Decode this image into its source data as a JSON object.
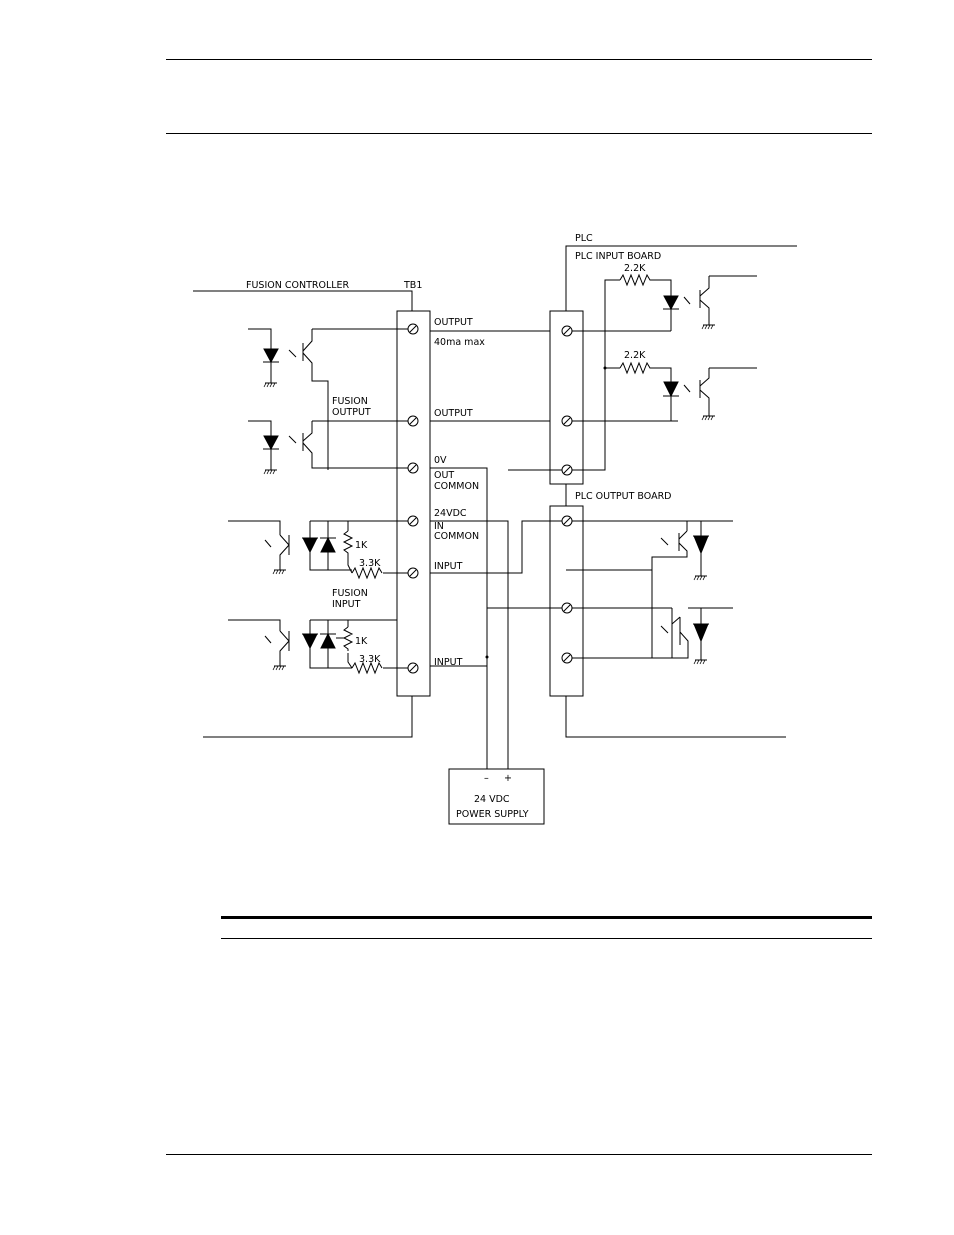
{
  "diagram": {
    "fusion_controller": "FUSION CONTROLLER",
    "tb1": "TB1",
    "plc": "PLC",
    "plc_input_board": "PLC INPUT BOARD",
    "plc_output_board": "PLC OUTPUT BOARD",
    "fusion_output": [
      "FUSION",
      "OUTPUT"
    ],
    "fusion_input": [
      "FUSION",
      "INPUT"
    ],
    "terminals": {
      "output1": "OUTPUT",
      "max_current": "40ma max",
      "output2": "OUTPUT",
      "zero_v": "0V",
      "out_common": [
        "OUT",
        "COMMON"
      ],
      "v24dc": "24VDC",
      "in_common": [
        "IN",
        "COMMON"
      ],
      "input1": "INPUT",
      "input2": "INPUT"
    },
    "resistors": {
      "r_in_a": "2.2K",
      "r_in_b": "2.2K",
      "r_1k_a": "1K",
      "r_33k_a": "3.3K",
      "r_1k_b": "1K",
      "r_33k_b": "3.3K"
    },
    "power_supply": {
      "minus": "–",
      "plus": "+",
      "line1": "24 VDC",
      "line2": "POWER SUPPLY"
    }
  }
}
